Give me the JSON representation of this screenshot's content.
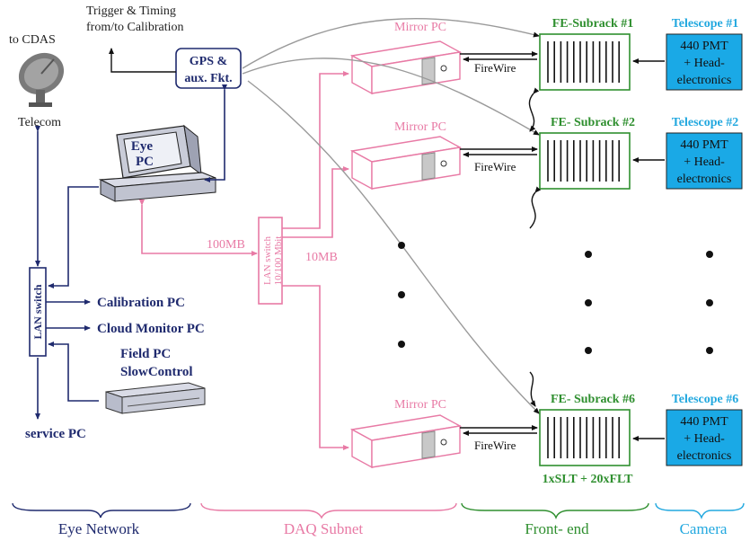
{
  "colors": {
    "navy": "#1f2a6e",
    "pink": "#e87aa5",
    "green": "#2f8f2f",
    "cyan": "#22a8df",
    "telescope_fill": "#1aa9e6",
    "gray_line": "#9a9a9a"
  },
  "top_left": {
    "cdas_label": "to CDAS",
    "telecom_label": "Telecom",
    "trigger_line1": "Trigger & Timing",
    "trigger_line2": "from/to Calibration"
  },
  "gps_box": {
    "line1": "GPS &",
    "line2": "aux. Fkt."
  },
  "eye_pc": {
    "line1": "Eye",
    "line2": "PC"
  },
  "lan_switch_eye": {
    "label": "LAN switch"
  },
  "lan_switch_daq": {
    "line1": "LAN switch",
    "line2": "10/100 Mbit"
  },
  "links": {
    "speed_100": "100MB",
    "speed_10": "10MB",
    "firewire": "FireWire"
  },
  "eye_network_items": [
    {
      "label": "Calibration PC"
    },
    {
      "label": "Cloud Monitor PC"
    },
    {
      "label": "service PC"
    }
  ],
  "field_pc": {
    "line1": "Field PC",
    "line2": "SlowControl"
  },
  "mirror_pc_label": "Mirror PC",
  "subracks": [
    {
      "label": "FE-Subrack #1"
    },
    {
      "label": "FE- Subrack #2"
    },
    {
      "label": "FE- Subrack #6"
    }
  ],
  "subrack_footer": "1xSLT + 20xFLT",
  "telescopes": [
    {
      "label": "Telescope #1",
      "line1": "440 PMT",
      "line2": "+ Head-",
      "line3": "electronics"
    },
    {
      "label": "Telescope #2",
      "line1": "440 PMT",
      "line2": "+ Head-",
      "line3": "electronics"
    },
    {
      "label": "Telescope #6",
      "line1": "440 PMT",
      "line2": "+ Head-",
      "line3": "electronics"
    }
  ],
  "sections": {
    "eye_network": "Eye Network",
    "daq_subnet": "DAQ Subnet",
    "front_end": "Front- end",
    "camera": "Camera"
  }
}
